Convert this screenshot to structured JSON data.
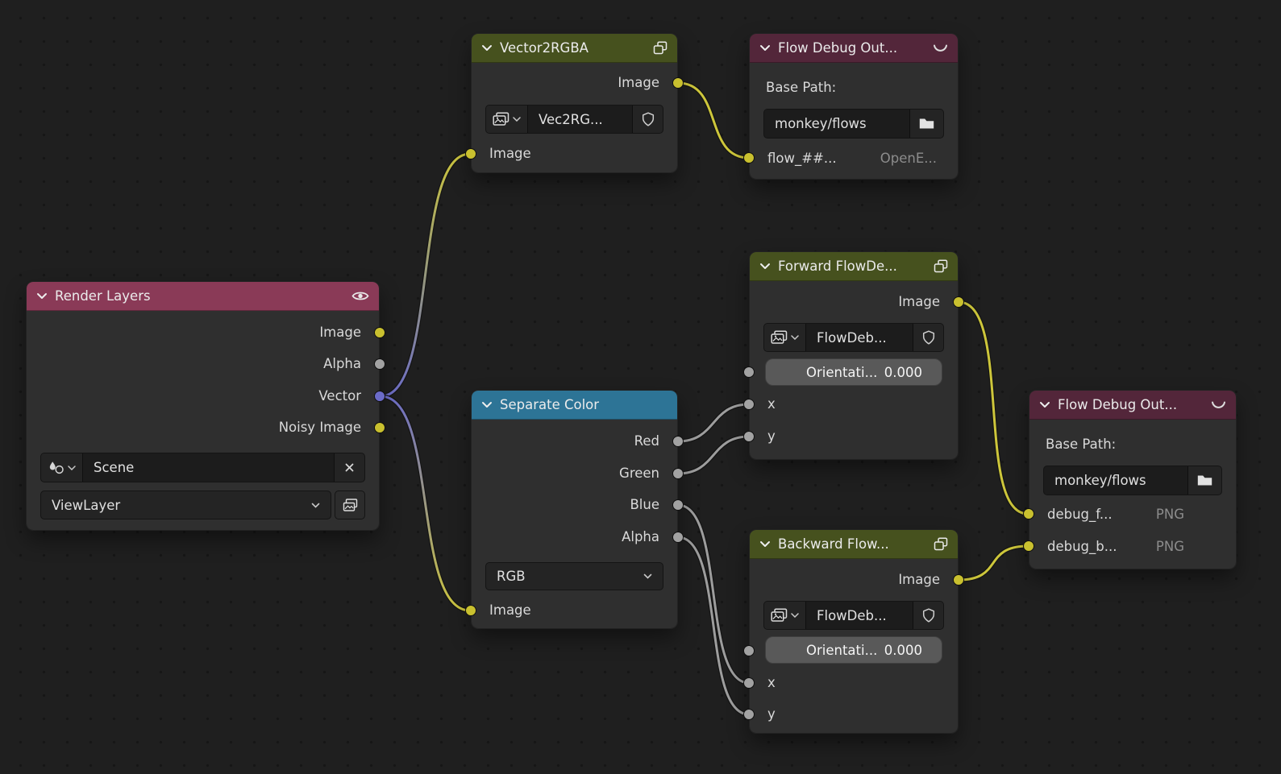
{
  "colors": {
    "socket_image": "#c9c02f",
    "socket_value": "#a2a2a2",
    "socket_vector": "#6b6bc8",
    "wire_yellow": "#cdc63b",
    "wire_gray": "#9d9d9d",
    "header_render_layers": "#8a3a57",
    "header_group_node": "#46511e",
    "header_output_node": "#53263a",
    "header_converter_node": "#2d7496"
  },
  "nodes": {
    "render_layers": {
      "title": "Render Layers",
      "outputs": [
        {
          "label": "Image"
        },
        {
          "label": "Alpha"
        },
        {
          "label": "Vector"
        },
        {
          "label": "Noisy Image"
        }
      ],
      "scene": {
        "value": "Scene"
      },
      "view_layer": {
        "value": "ViewLayer"
      }
    },
    "vector2rgba": {
      "title": "Vector2RGBA",
      "output": "Image",
      "image_value": "Vec2RG...",
      "input": "Image"
    },
    "flow_debug_top": {
      "title": "Flow Debug Out...",
      "base_path_label": "Base Path:",
      "base_path_value": "monkey/flows",
      "file_label": "flow_##...",
      "file_format": "OpenE..."
    },
    "forward_flow": {
      "title": "Forward FlowDe...",
      "output": "Image",
      "image_value": "FlowDeb...",
      "orientation_label": "Orientati...",
      "orientation_value": "0.000",
      "input_x": "x",
      "input_y": "y"
    },
    "separate_color": {
      "title": "Separate Color",
      "outputs": [
        {
          "label": "Red"
        },
        {
          "label": "Green"
        },
        {
          "label": "Blue"
        },
        {
          "label": "Alpha"
        }
      ],
      "mode": "RGB",
      "input": "Image"
    },
    "backward_flow": {
      "title": "Backward Flow...",
      "output": "Image",
      "image_value": "FlowDeb...",
      "orientation_label": "Orientati...",
      "orientation_value": "0.000",
      "input_x": "x",
      "input_y": "y"
    },
    "flow_debug_right": {
      "title": "Flow Debug Out...",
      "base_path_label": "Base Path:",
      "base_path_value": "monkey/flows",
      "files": [
        {
          "label": "debug_f...",
          "format": "PNG"
        },
        {
          "label": "debug_b...",
          "format": "PNG"
        }
      ]
    }
  },
  "connections": [
    {
      "from": "Render Layers.Vector",
      "to": "Vector2RGBA.Image"
    },
    {
      "from": "Render Layers.Vector",
      "to": "Separate Color.Image"
    },
    {
      "from": "Vector2RGBA.Image",
      "to": "Flow Debug Out (top).flow_##..."
    },
    {
      "from": "Separate Color.Red",
      "to": "Forward FlowDe....x"
    },
    {
      "from": "Separate Color.Green",
      "to": "Forward FlowDe....y"
    },
    {
      "from": "Separate Color.Blue",
      "to": "Backward Flow....x"
    },
    {
      "from": "Separate Color.Alpha",
      "to": "Backward Flow....y"
    },
    {
      "from": "Forward FlowDe....Image",
      "to": "Flow Debug Out (right).debug_f..."
    },
    {
      "from": "Backward Flow....Image",
      "to": "Flow Debug Out (right).debug_b..."
    }
  ]
}
